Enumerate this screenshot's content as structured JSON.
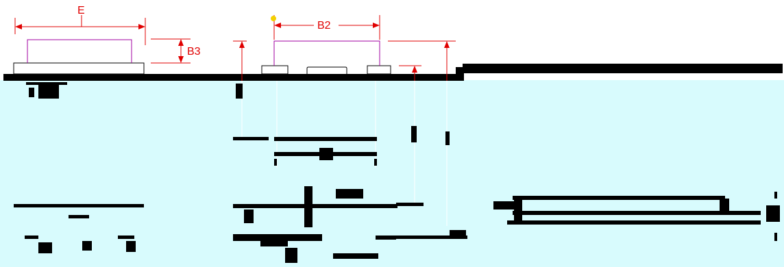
{
  "labels": {
    "e": "E",
    "b2": "B2",
    "b3": "B3"
  },
  "colors": {
    "dimension": "#e00000",
    "outline": "#a000a0",
    "profile": "#000000",
    "field": "#d8fbfd",
    "marker": "#f4d000"
  }
}
